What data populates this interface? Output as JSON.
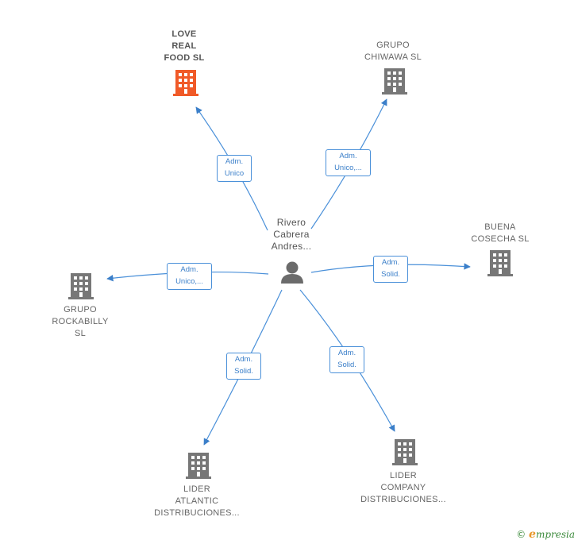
{
  "center_person": {
    "label": "Rivero\nCabrera\nAndres...",
    "icon": "person-icon"
  },
  "companies": [
    {
      "id": "love-real-food",
      "label": "LOVE\nREAL\nFOOD  SL",
      "highlighted": true,
      "color": "#f05a28"
    },
    {
      "id": "grupo-chiwawa",
      "label": "GRUPO\nCHIWAWA  SL",
      "highlighted": false,
      "color": "#777777"
    },
    {
      "id": "buena-cosecha",
      "label": "BUENA\nCOSECHA  SL",
      "highlighted": false,
      "color": "#777777"
    },
    {
      "id": "grupo-rockabilly",
      "label": "GRUPO\nROCKABILLY\nSL",
      "highlighted": false,
      "color": "#777777"
    },
    {
      "id": "lider-atlantic",
      "label": "LIDER\nATLANTIC\nDISTRIBUCIONES...",
      "highlighted": false,
      "color": "#777777"
    },
    {
      "id": "lider-company",
      "label": "LIDER\nCOMPANY\nDISTRIBUCIONES...",
      "highlighted": false,
      "color": "#777777"
    }
  ],
  "relations": [
    {
      "target": "love-real-food",
      "label": "Adm.\nUnico"
    },
    {
      "target": "grupo-chiwawa",
      "label": "Adm.\nUnico,..."
    },
    {
      "target": "buena-cosecha",
      "label": "Adm.\nSolid."
    },
    {
      "target": "grupo-rockabilly",
      "label": "Adm.\nUnico,..."
    },
    {
      "target": "lider-atlantic",
      "label": "Adm.\nSolid."
    },
    {
      "target": "lider-company",
      "label": "Adm.\nSolid."
    }
  ],
  "colors": {
    "edge": "#4a90d9",
    "building_default": "#777777",
    "building_highlight": "#f05a28"
  },
  "footer": {
    "copyright_symbol": "©",
    "brand_initial": "e",
    "brand_rest": "mpresia"
  }
}
